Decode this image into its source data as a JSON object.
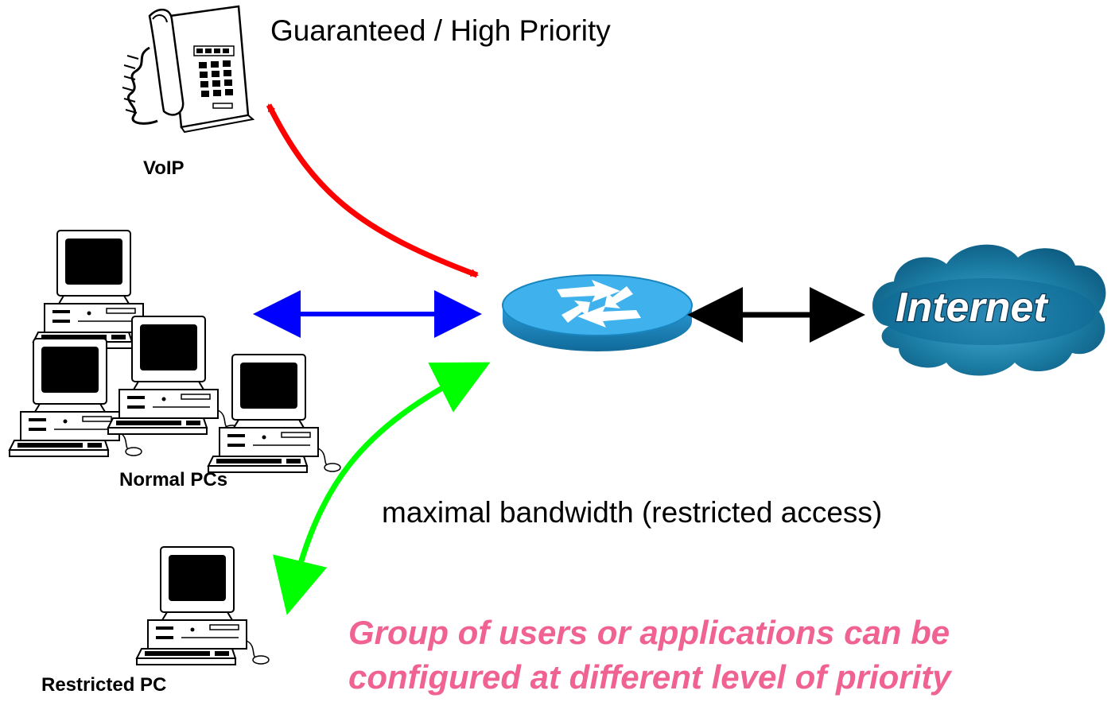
{
  "labels": {
    "voip": "VoIP",
    "normal_pcs": "Normal PCs",
    "restricted_pc": "Restricted PC",
    "guaranteed": "Guaranteed / High Priority",
    "maximal": "maximal bandwidth (restricted access)",
    "internet": "Internet"
  },
  "tagline": {
    "line1": "Group of users or applications can be",
    "line2": "configured at different level of priority"
  },
  "colors": {
    "voip_link": "#ff0000",
    "normal_link": "#0000ff",
    "restricted_link": "#00ff00",
    "internet_link": "#000000",
    "tagline": "#f06292",
    "router_top": "#3fb2ee",
    "router_side": "#1a86c0",
    "cloud": "#1d7fa6"
  }
}
